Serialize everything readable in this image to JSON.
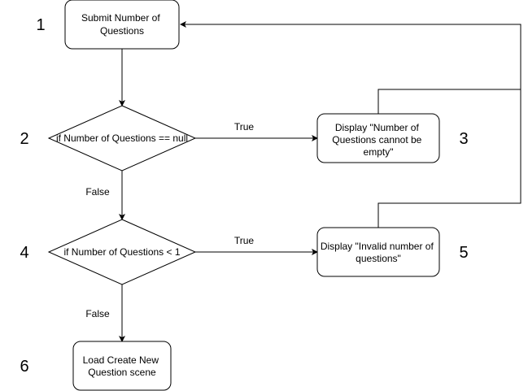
{
  "diagram": {
    "nodes": {
      "submit": {
        "number": "1",
        "line1": "Submit Number of",
        "line2": "Questions"
      },
      "check_null": {
        "number": "2",
        "label": "if Number of Questions == null"
      },
      "empty_msg": {
        "number": "3",
        "line1": "Display \"Number of",
        "line2": "Questions cannot be",
        "line3": "empty\""
      },
      "check_less": {
        "number": "4",
        "label": "if Number of Questions < 1"
      },
      "invalid_msg": {
        "number": "5",
        "line1": "Display \"Invalid number of",
        "line2": "questions\""
      },
      "load_scene": {
        "number": "6",
        "line1": "Load Create New",
        "line2": "Question scene"
      }
    },
    "edges": {
      "null_true": "True",
      "null_false": "False",
      "less_true": "True",
      "less_false": "False"
    }
  }
}
